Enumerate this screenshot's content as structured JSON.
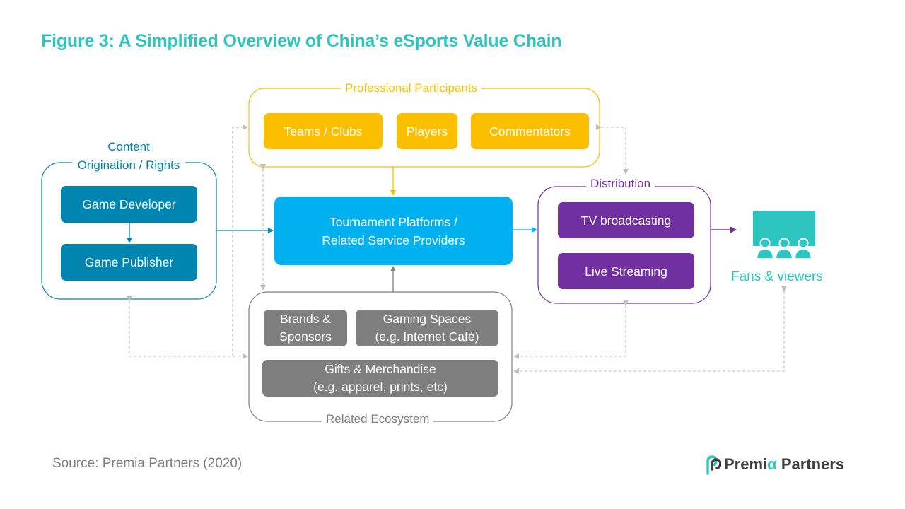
{
  "title": "Figure 3: A Simplified Overview of China’s eSports Value Chain",
  "groups": {
    "participants": {
      "label": "Professional  Participants",
      "items": [
        "Teams / Clubs",
        "Players",
        "Commentators"
      ]
    },
    "content": {
      "label_line1": "Content",
      "label_line2": "Origination / Rights",
      "items": [
        "Game Developer",
        "Game Publisher"
      ]
    },
    "tournament": {
      "line1": "Tournament Platforms /",
      "line2": "Related Service Providers"
    },
    "distribution": {
      "label": "Distribution",
      "items": [
        "TV broadcasting",
        "Live Streaming"
      ]
    },
    "ecosystem": {
      "label": "Related Ecosystem",
      "brands_line1": "Brands &",
      "brands_line2": "Sponsors",
      "spaces_line1": "Gaming Spaces",
      "spaces_line2": "(e.g. Internet Café)",
      "gifts_line1": "Gifts & Merchandise",
      "gifts_line2": "(e.g. apparel, prints, etc)"
    },
    "fans": {
      "label": "Fans & viewers"
    }
  },
  "source": "Source: Premia Partners (2020)",
  "logo": {
    "word1": "Premi",
    "alpha": "α",
    "word2": "Partners"
  },
  "colors": {
    "accent_teal": "#2ec4c0",
    "participants": "#fbbf00",
    "content": "#0084b0",
    "tournament": "#00b0ef",
    "distribution": "#7030a0",
    "ecosystem": "#7f7f7f",
    "dashed_connector": "#bfbfbf"
  }
}
